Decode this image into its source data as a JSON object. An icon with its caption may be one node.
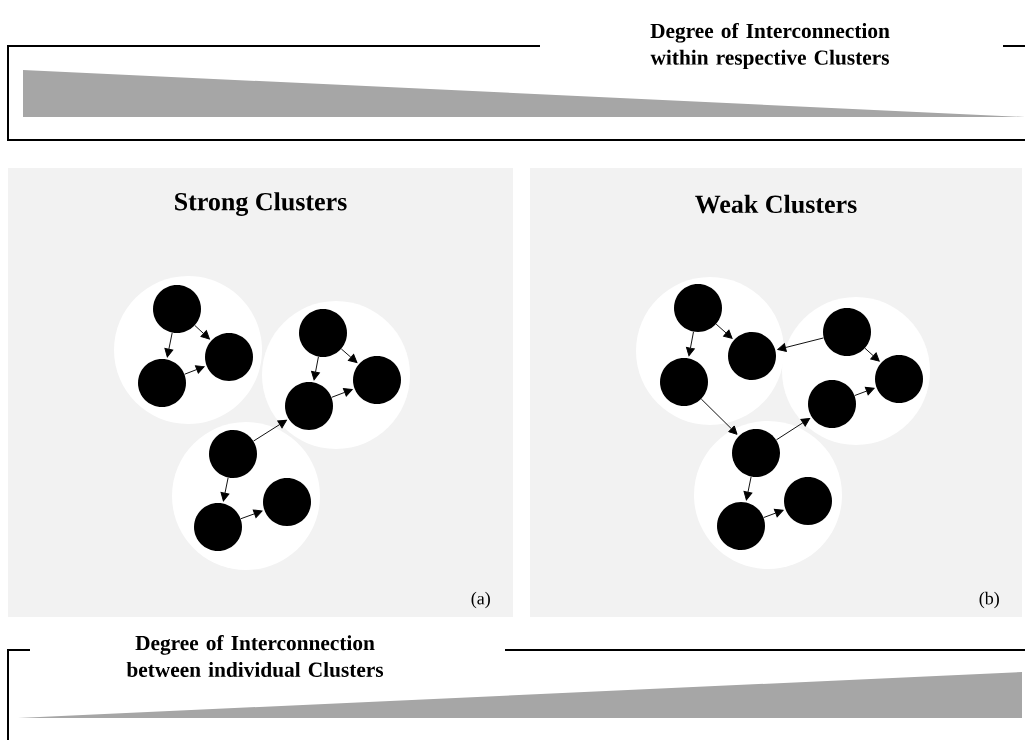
{
  "diagram": {
    "nodes": [
      {
        "text": [
          "Strong Clusters",
          "(a)"
        ]
      },
      {
        "text": [],
        "shape": "circle",
        "in": 0
      },
      {
        "text": [],
        "shape": "circle",
        "in": 1
      },
      {
        "text": [],
        "shape": "circle",
        "in": 1
      },
      {
        "text": [],
        "shape": "circle",
        "in": 1
      },
      {
        "text": [],
        "shape": "circle",
        "in": 0
      },
      {
        "text": [],
        "shape": "circle",
        "in": 5
      },
      {
        "text": [],
        "shape": "circle",
        "in": 5
      },
      {
        "text": [],
        "shape": "circle",
        "in": 5
      },
      {
        "text": [],
        "shape": "circle",
        "in": 0
      },
      {
        "text": [],
        "shape": "circle",
        "in": 9
      },
      {
        "text": [],
        "shape": "circle",
        "in": 9
      },
      {
        "text": [],
        "shape": "circle",
        "in": 9
      },
      {
        "text": [
          "Weak Clusters",
          "(b)"
        ]
      },
      {
        "text": [],
        "shape": "circle",
        "in": 13
      },
      {
        "text": [],
        "shape": "circle",
        "in": 14
      },
      {
        "text": [],
        "shape": "circle",
        "in": 14
      },
      {
        "text": [],
        "shape": "circle",
        "in": 14
      },
      {
        "text": [],
        "shape": "circle",
        "in": 13
      },
      {
        "text": [],
        "shape": "circle",
        "in": 18
      },
      {
        "text": [],
        "shape": "circle",
        "in": 18
      },
      {
        "text": [],
        "shape": "circle",
        "in": 18
      },
      {
        "text": [],
        "shape": "circle",
        "in": 13
      },
      {
        "text": [],
        "shape": "circle",
        "in": 22
      },
      {
        "text": [],
        "shape": "circle",
        "in": 22
      },
      {
        "text": [],
        "shape": "circle",
        "in": 22
      }
    ],
    "edges": [
      {
        "from": 2,
        "to": 4,
        "arrow": "to"
      },
      {
        "from": 2,
        "to": 3,
        "arrow": "to"
      },
      {
        "from": 4,
        "to": 3,
        "arrow": "to"
      },
      {
        "from": 6,
        "to": 8,
        "arrow": "to"
      },
      {
        "from": 6,
        "to": 7,
        "arrow": "to"
      },
      {
        "from": 8,
        "to": 7,
        "arrow": "to"
      },
      {
        "from": 10,
        "to": 12,
        "arrow": "to"
      },
      {
        "from": 12,
        "to": 11,
        "arrow": "to"
      },
      {
        "from": 10,
        "to": 8,
        "arrow": "to"
      },
      {
        "from": 15,
        "to": 17,
        "arrow": "to"
      },
      {
        "from": 15,
        "to": 16,
        "arrow": "to"
      },
      {
        "from": 19,
        "to": 16,
        "arrow": "to"
      },
      {
        "from": 19,
        "to": 20,
        "arrow": "to"
      },
      {
        "from": 21,
        "to": 20,
        "arrow": "to"
      },
      {
        "from": 17,
        "to": 23,
        "arrow": "to"
      },
      {
        "from": 23,
        "to": 21,
        "arrow": "to"
      },
      {
        "from": 23,
        "to": 25,
        "arrow": "to"
      },
      {
        "from": 25,
        "to": 24,
        "arrow": "to"
      }
    ],
    "labels": [
      "Degree of Interconnection within respective Clusters",
      "Degree of Interconnection between individual Clusters"
    ]
  }
}
